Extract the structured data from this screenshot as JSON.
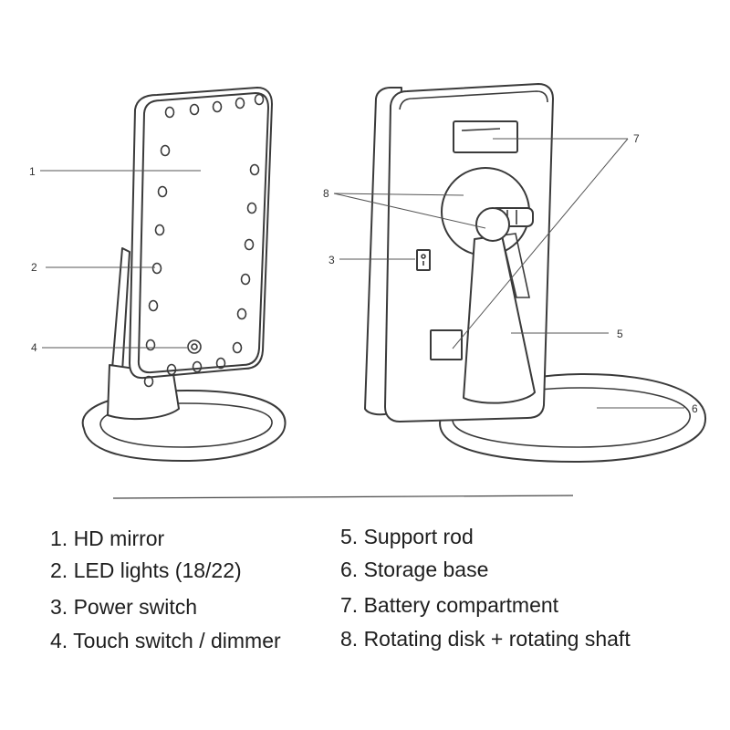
{
  "callouts": {
    "c1": "1",
    "c2": "2",
    "c3": "3",
    "c4": "4",
    "c5": "5",
    "c6": "6",
    "c7": "7",
    "c8": "8"
  },
  "legend": {
    "left": [
      "1. HD mirror",
      "2. LED lights (18/22)",
      "3. Power switch",
      "4. Touch switch / dimmer"
    ],
    "right": [
      "5. Support rod",
      "6. Storage base",
      "7. Battery compartment",
      "8. Rotating disk + rotating shaft"
    ]
  }
}
